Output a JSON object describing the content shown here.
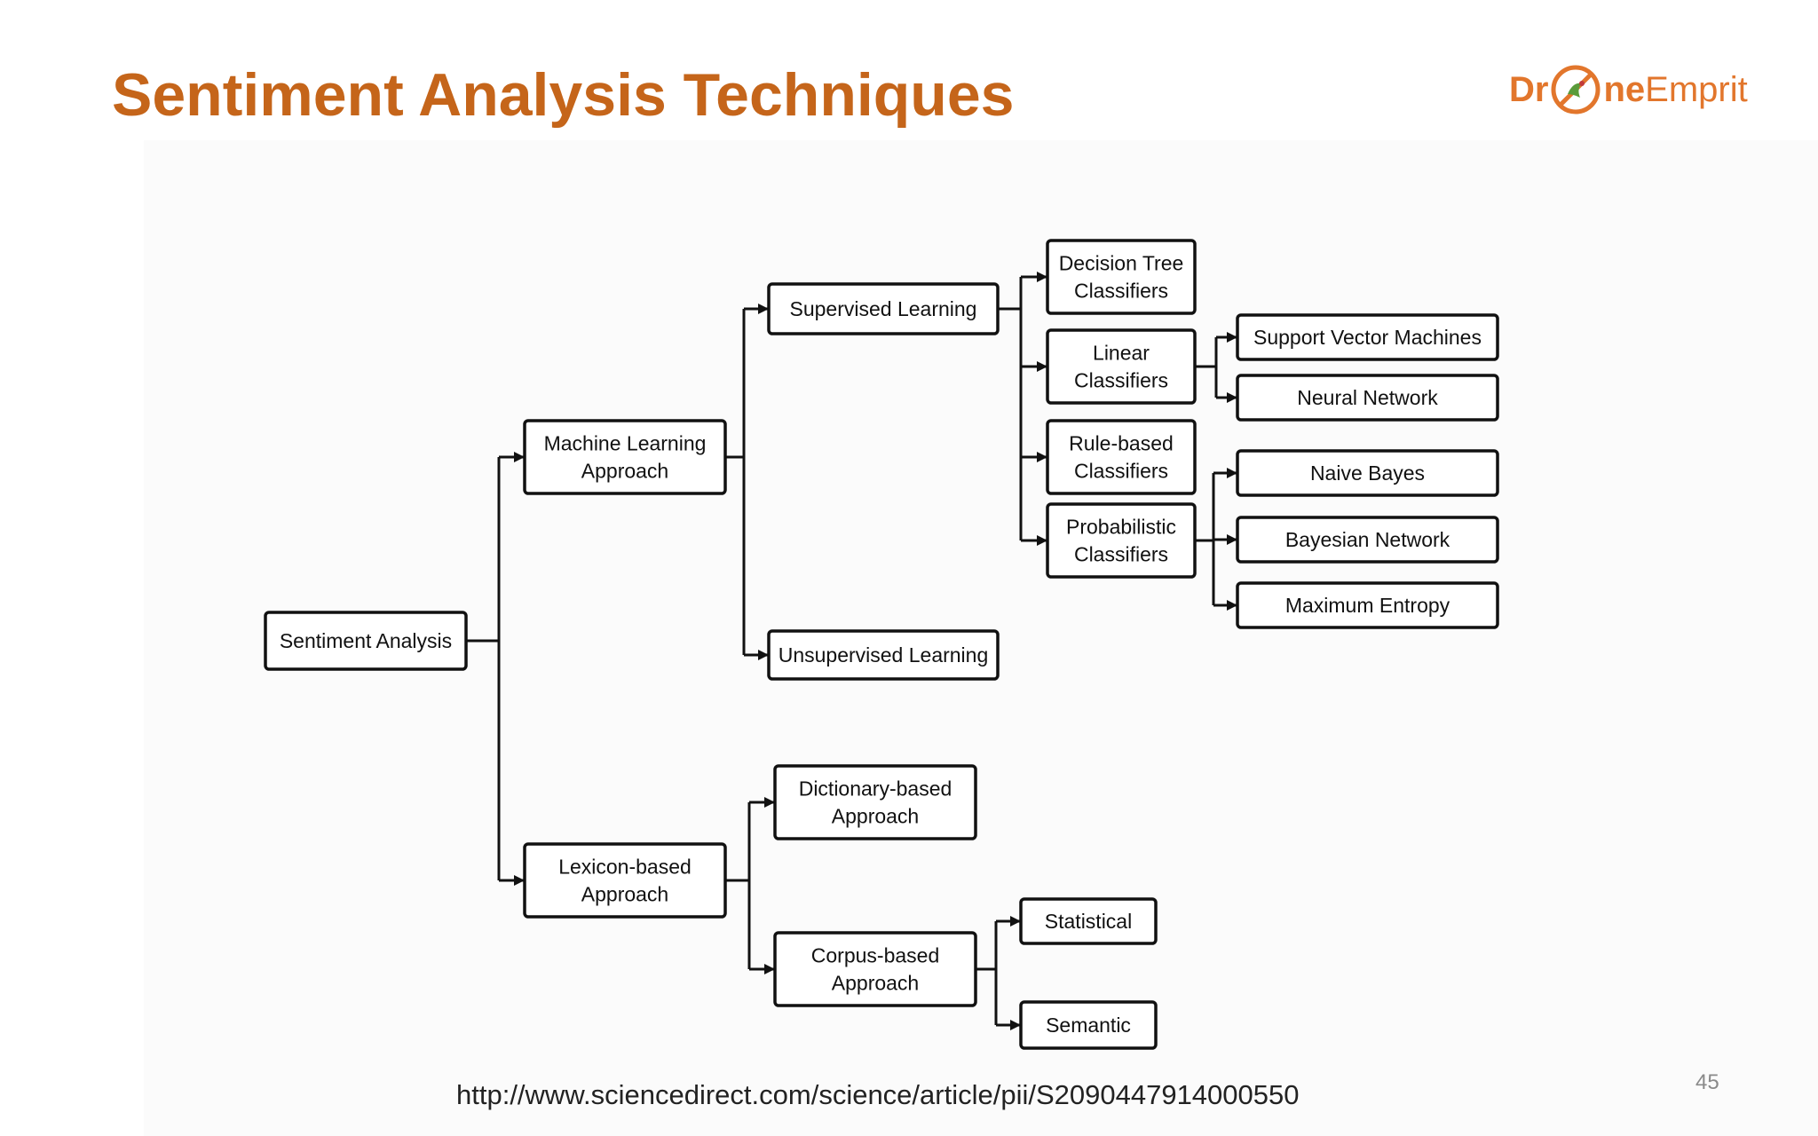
{
  "slide": {
    "title": "Sentiment Analysis Techniques",
    "source_url": "http://www.sciencedirect.com/science/article/pii/S2090447914000550",
    "page_number": "45"
  },
  "logo": {
    "text_dr": "Dr",
    "text_ne": "ne",
    "text_emp": "Emprit",
    "icon": "drone-hummingbird-icon"
  },
  "colors": {
    "title": "#c5651a",
    "logo": "#e2762c",
    "box_stroke": "#111111"
  },
  "diagram": {
    "nodes": [
      {
        "id": "sa",
        "lines": [
          "Sentiment Analysis"
        ]
      },
      {
        "id": "ml",
        "lines": [
          "Machine Learning",
          "Approach"
        ]
      },
      {
        "id": "lb",
        "lines": [
          "Lexicon-based",
          "Approach"
        ]
      },
      {
        "id": "sl",
        "lines": [
          "Supervised Learning"
        ]
      },
      {
        "id": "ul",
        "lines": [
          "Unsupervised Learning"
        ]
      },
      {
        "id": "dt",
        "lines": [
          "Decision Tree",
          "Classifiers"
        ]
      },
      {
        "id": "lc",
        "lines": [
          "Linear",
          "Classifiers"
        ]
      },
      {
        "id": "rb",
        "lines": [
          "Rule-based",
          "Classifiers"
        ]
      },
      {
        "id": "pc",
        "lines": [
          "Probabilistic",
          "Classifiers"
        ]
      },
      {
        "id": "svm",
        "lines": [
          "Support Vector Machines"
        ]
      },
      {
        "id": "nn",
        "lines": [
          "Neural Network"
        ]
      },
      {
        "id": "nb",
        "lines": [
          "Naive Bayes"
        ]
      },
      {
        "id": "bn",
        "lines": [
          "Bayesian Network"
        ]
      },
      {
        "id": "me",
        "lines": [
          "Maximum Entropy"
        ]
      },
      {
        "id": "db",
        "lines": [
          "Dictionary-based",
          "Approach"
        ]
      },
      {
        "id": "cb",
        "lines": [
          "Corpus-based",
          "Approach"
        ]
      },
      {
        "id": "st",
        "lines": [
          "Statistical"
        ]
      },
      {
        "id": "se",
        "lines": [
          "Semantic"
        ]
      }
    ],
    "edges": [
      {
        "from": "sa",
        "to": [
          "ml",
          "lb"
        ]
      },
      {
        "from": "ml",
        "to": [
          "sl",
          "ul"
        ]
      },
      {
        "from": "sl",
        "to": [
          "dt",
          "lc",
          "rb",
          "pc"
        ]
      },
      {
        "from": "lc",
        "to": [
          "svm",
          "nn"
        ]
      },
      {
        "from": "pc",
        "to": [
          "nb",
          "bn",
          "me"
        ]
      },
      {
        "from": "lb",
        "to": [
          "db",
          "cb"
        ]
      },
      {
        "from": "cb",
        "to": [
          "st",
          "se"
        ]
      }
    ]
  }
}
